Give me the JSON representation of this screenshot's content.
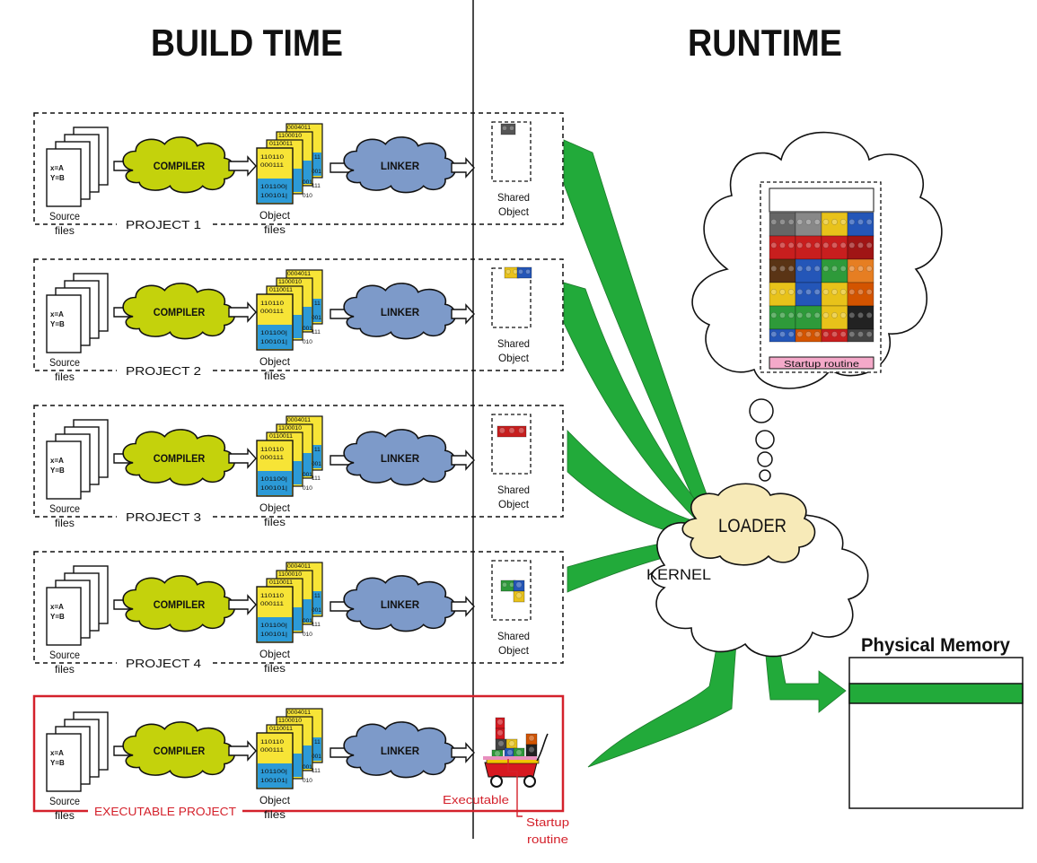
{
  "headings": {
    "build_time": "BUILD TIME",
    "runtime": "RUNTIME"
  },
  "common": {
    "source_code": [
      "x=A",
      "Y=B"
    ],
    "source_label": [
      "Source",
      "files"
    ],
    "object_label": [
      "Object",
      "files"
    ],
    "object_bits_front": [
      "110110",
      "000111",
      "101100|",
      "100101|"
    ],
    "object_bits_back": [
      "0004011",
      "1100010",
      "0110011",
      "11",
      "001",
      "111",
      "001",
      "010"
    ],
    "compiler": "COMPILER",
    "linker": "LINKER",
    "shared_label": [
      "Shared",
      "Object"
    ]
  },
  "projects": [
    {
      "name": "PROJECT 1",
      "block_colors": [
        "#555555",
        "#777777"
      ]
    },
    {
      "name": "PROJECT 2",
      "block_colors": [
        "#e8c21a",
        "#2456b8"
      ]
    },
    {
      "name": "PROJECT 3",
      "block_colors": [
        "#c81e1e",
        "#a01515"
      ]
    },
    {
      "name": "PROJECT 4",
      "block_colors": [
        "#2e9a3a",
        "#2456b8",
        "#e8c21a"
      ]
    }
  ],
  "executable_project": {
    "name": "EXECUTABLE PROJECT",
    "executable_label": "Executable",
    "startup_label": [
      "Startup",
      "routine"
    ]
  },
  "runtime": {
    "loader": "LOADER",
    "kernel": "KERNEL",
    "thought_startup": "Startup routine",
    "physical_memory": "Physical Memory"
  },
  "colors": {
    "compiler_cloud": "#c4d20c",
    "linker_cloud": "#7d9ac9",
    "arrow_green": "#22aa3a",
    "loader_fill": "#f7eab8",
    "executable_red": "#d4212b",
    "memory_band": "#22aa3a",
    "object_yellow": "#f7e436",
    "object_blue": "#2c9ad7"
  },
  "icons": [
    "source-file-stack-icon",
    "object-file-stack-icon",
    "lego-block-icon",
    "lego-wagon-icon",
    "thought-bubble-icon"
  ]
}
